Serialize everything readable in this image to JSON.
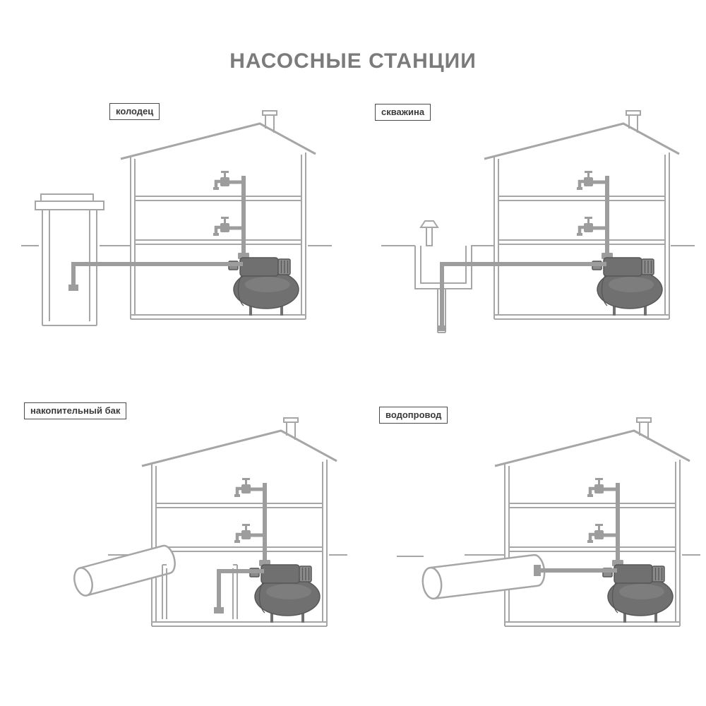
{
  "title": "НАСОСНЫЕ СТАНЦИИ",
  "panels": [
    {
      "key": "well",
      "label": "колодец"
    },
    {
      "key": "borehole",
      "label": "скважина"
    },
    {
      "key": "storage-tank",
      "label": "накопительный бак"
    },
    {
      "key": "water-main",
      "label": "водопровод"
    }
  ],
  "colors": {
    "outline": "#a6a6a6",
    "pipe": "#9d9d9d",
    "pump_body": "#707070",
    "pump_dark": "#575757",
    "label_text": "#3a3a3a",
    "label_border": "#4a4a4a",
    "title_text": "#7b7b7b",
    "background": "#ffffff"
  }
}
